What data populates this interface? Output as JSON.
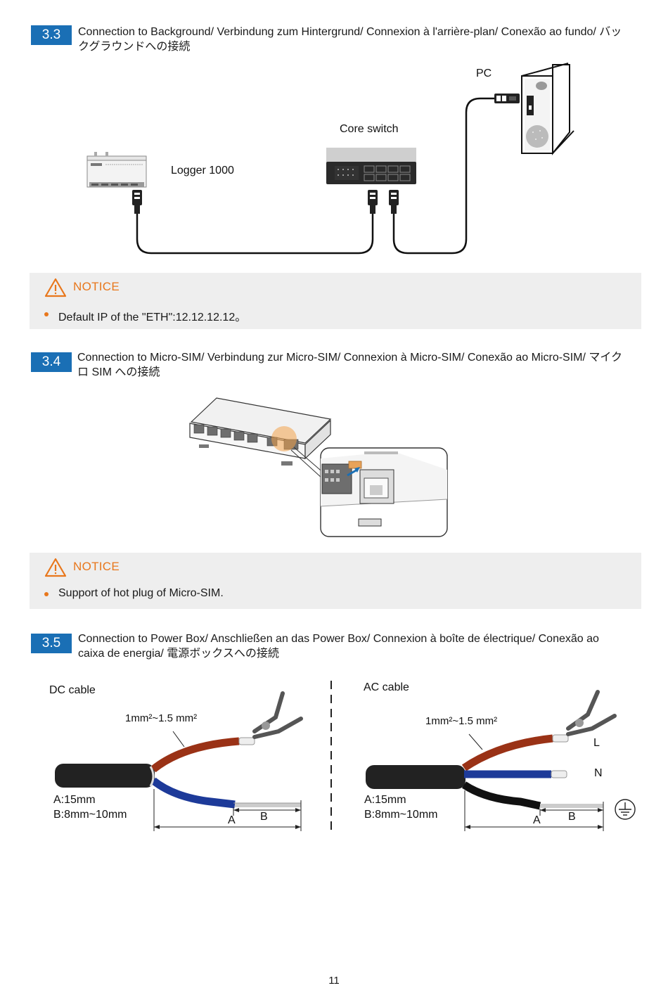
{
  "sections": [
    {
      "number": "3.3",
      "title": "Connection to Background/ Verbindung zum Hintergrund/ Connexion à l'arrière-plan/ Conexão ao fundo/ バックグラウンドへの接続"
    },
    {
      "number": "3.4",
      "title": "Connection to Micro-SIM/ Verbindung zur Micro-SIM/ Connexion à Micro-SIM/ Conexão ao Micro-SIM/ マイクロ SIM への接続"
    },
    {
      "number": "3.5",
      "title": "Connection to Power Box/ Anschließen an das Power Box/ Connexion à boîte de électrique/ Conexão ao caixa de energia/ 電源ボックスへの接続"
    }
  ],
  "diagram_background": {
    "pc_label": "PC",
    "switch_label": "Core switch",
    "logger_label": "Logger 1000"
  },
  "notices": [
    {
      "title": "NOTICE",
      "text": "Default IP of the \"ETH\":12.12.12.12。"
    },
    {
      "title": "NOTICE",
      "text": "Support of hot plug of Micro-SIM."
    }
  ],
  "cables": {
    "dc": {
      "title": "DC cable",
      "area": "1mm²~1.5 mm²",
      "a_spec": "A:15mm",
      "b_spec": "B:8mm~10mm",
      "dim_a": "A",
      "dim_b": "B"
    },
    "ac": {
      "title": "AC cable",
      "area": "1mm²~1.5 mm²",
      "a_spec": "A:15mm",
      "b_spec": "B:8mm~10mm",
      "dim_a": "A",
      "dim_b": "B",
      "wire_l": "L",
      "wire_n": "N"
    }
  },
  "colors": {
    "accent_blue": "#1a6fb5",
    "notice_orange": "#e8771c",
    "wire_brown": "#9a3216",
    "wire_blue": "#1d3a99",
    "ground_icon": "ground-symbol"
  },
  "page_number": "11"
}
